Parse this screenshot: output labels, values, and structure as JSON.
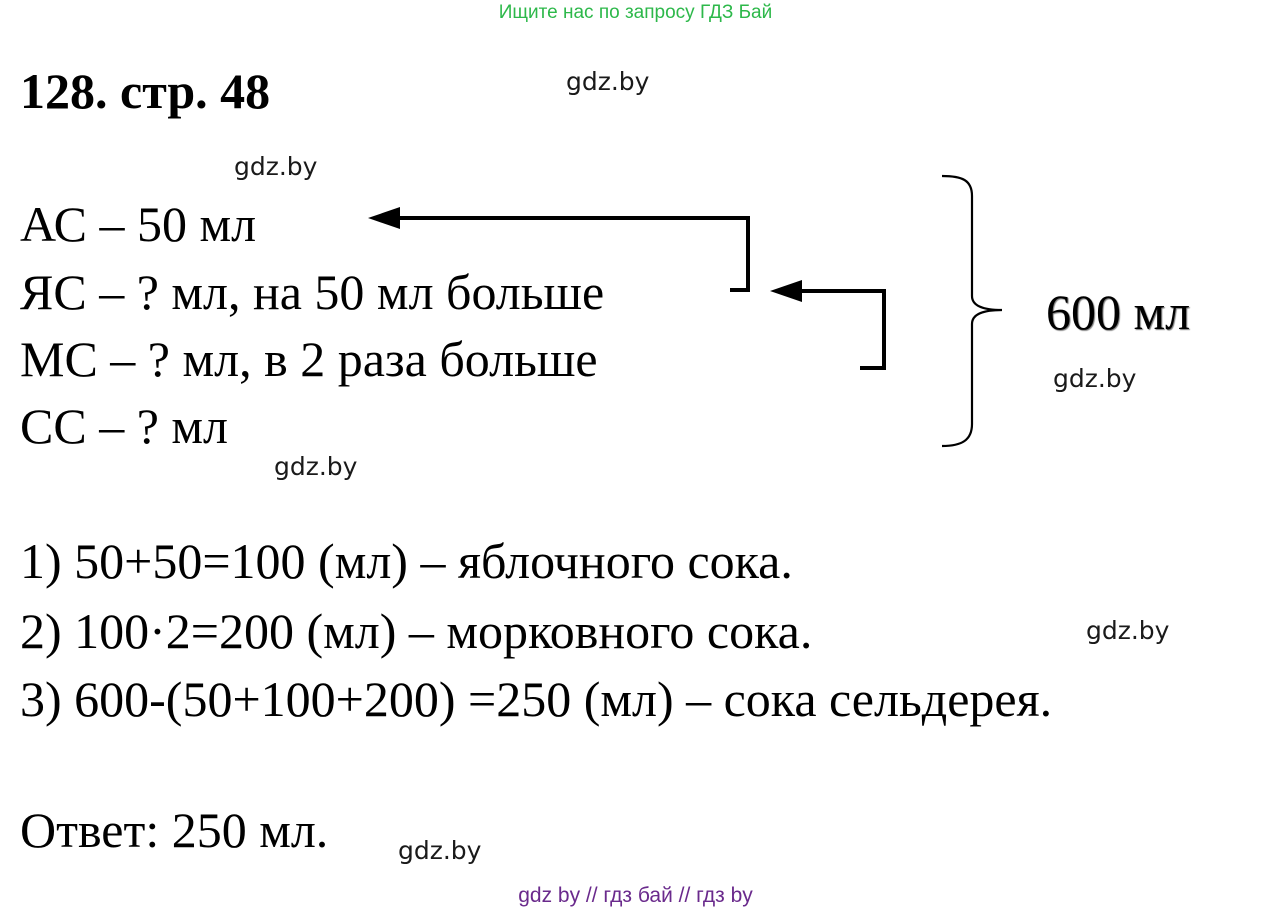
{
  "header": {
    "banner": "Ищите нас по запросу ГДЗ Бай",
    "title": "128. стр. 48"
  },
  "watermark": "gdz.by",
  "condition": {
    "lines": [
      "АС – 50 мл",
      "ЯС – ? мл, на 50 мл больше",
      "МС – ? мл, в 2 раза больше",
      "СС – ? мл"
    ],
    "total": "600 мл"
  },
  "solution": {
    "steps": [
      "1) 50+50=100 (мл) – яблочного сока.",
      "2) 100·2=200 (мл) – морковного сока.",
      "3) 600-(50+100+200) =250 (мл) – сока сельдерея."
    ]
  },
  "answer": "Ответ: 250 мл.",
  "footer": {
    "links": "gdz by  //  гдз бай  //  гдз by"
  }
}
